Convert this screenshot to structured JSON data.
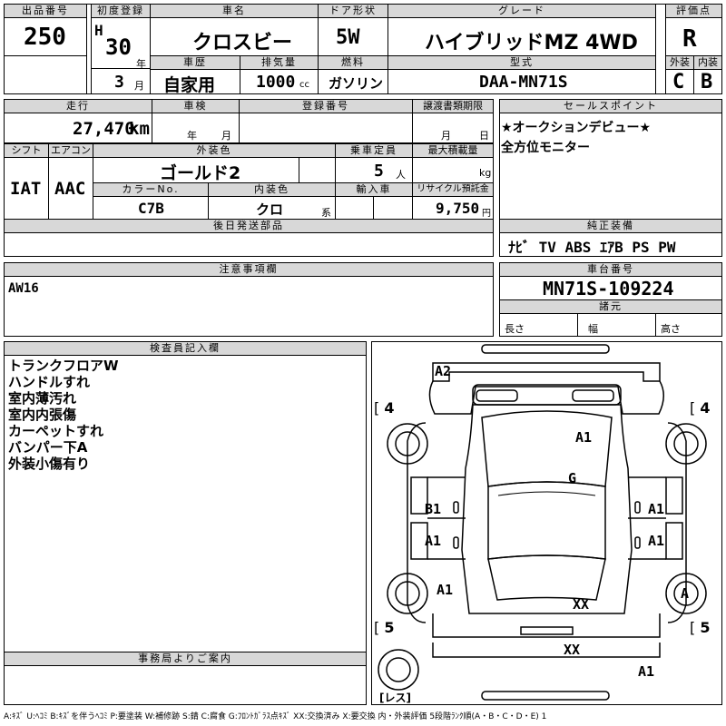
{
  "top": {
    "lot_no_label": "出品番号",
    "lot_no": "250",
    "first_reg_label": "初度登録",
    "era": "H",
    "year": "30",
    "year_unit": "年",
    "month": "3",
    "month_unit": "月",
    "car_name_label": "車名",
    "car_name": "クロスビー",
    "door_label": "ドア形状",
    "door": "5W",
    "grade_label": "グレード",
    "grade": "ハイブリッドMZ 4WD",
    "score_label": "評価点",
    "score": "R",
    "history_label": "車歴",
    "history": "自家用",
    "displacement_label": "排気量",
    "displacement": "1000",
    "displacement_unit": "cc",
    "fuel_label": "燃料",
    "fuel": "ガソリン",
    "model_label": "型式",
    "model": "DAA-MN71S",
    "exterior_label": "外装",
    "exterior": "C",
    "interior_label": "内装",
    "interior": "B"
  },
  "mid": {
    "mileage_label": "走行",
    "mileage": "27,470",
    "mileage_unit": "km",
    "inspection_label": "車検",
    "insp_year_unit": "年",
    "insp_month_unit": "月",
    "reg_no_label": "登録番号",
    "transfer_label": "譲渡書類期限",
    "transfer_month": "月",
    "transfer_day": "日",
    "shift_label": "シフト",
    "shift": "IAT",
    "ac_label": "エアコン",
    "ac": "AAC",
    "ext_color_label": "外装色",
    "ext_color": "ゴールド2",
    "capacity_label": "乗車定員",
    "capacity": "5",
    "capacity_unit": "人",
    "max_load_label": "最大積載量",
    "max_load_unit": "kg",
    "color_no_label": "カラーNo.",
    "color_no": "C7B",
    "int_color_label": "内装色",
    "int_color": "クロ",
    "int_color_unit": "系",
    "import_label": "輸入車",
    "recycle_label": "リサイクル預託金",
    "recycle": "9,750",
    "recycle_unit": "円",
    "later_parts_label": "後日発送部品",
    "sales_point_label": "セールスポイント",
    "sales_points": [
      "★オークションデビュー★",
      "全方位モニター"
    ],
    "equipment_label": "純正装備",
    "equipment": "ﾅﾋﾞ TV ABS ｴｱB PS PW",
    "caution_label": "注意事項欄",
    "caution": "AW16",
    "chassis_label": "車台番号",
    "chassis": "MN71S-109224",
    "spec_label": "諸元",
    "length_label": "長さ",
    "width_label": "幅",
    "height_label": "高さ"
  },
  "bottom": {
    "inspector_label": "検査員記入欄",
    "notes": [
      "トランクフロアW",
      "ハンドルすれ",
      "室内薄汚れ",
      "室内内張傷",
      "カーペットすれ",
      "バンパー下A",
      "外装小傷有り"
    ],
    "office_label": "事務局よりご案内",
    "legend": "A:ｷｽﾞ U:ﾍｺﾐ B:ｷｽﾞを伴うﾍｺﾐ P:要塗装 W:補修跡 S:錆 C:腐食 G:ﾌﾛﾝﾄｶﾞﾗｽ点ｷｽﾞ XX:交換済み X:要交換 内・外装評価 5段階ﾗﾝｸ順(A・B・C・D・E) 1"
  },
  "diagram": {
    "tire_fl": "4",
    "tire_fr": "4",
    "tire_rl": "5",
    "tire_rr": "5",
    "spare": "レス",
    "marks": {
      "front_bumper": "A2",
      "hood": "A1",
      "windshield": "G",
      "left_front_door": "B1",
      "right_front_door": "A1",
      "left_rear_door": "A1",
      "right_rear_door": "A1",
      "left_rear_fender": "A1",
      "right_rear_wheel": "A",
      "roof_rear": "XX",
      "rear_panel": "XX",
      "rear_bumper": "A1"
    }
  }
}
